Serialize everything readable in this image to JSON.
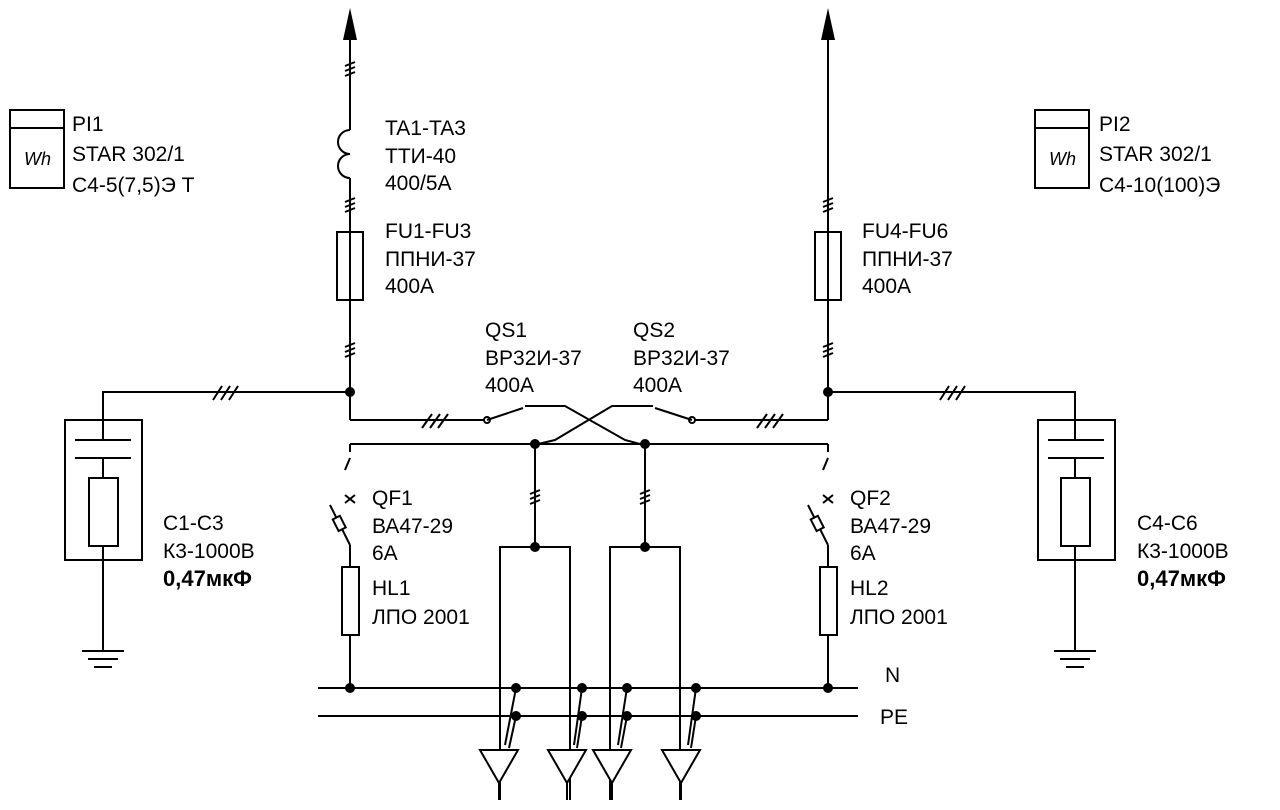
{
  "meters": [
    {
      "designator": "PI1",
      "model": "STAR 302/1",
      "spec": "С4-5(7,5)Э Т",
      "symbol": "Wh"
    },
    {
      "designator": "PI2",
      "model": "STAR 302/1",
      "spec": "С4-10(100)Э",
      "symbol": "Wh"
    }
  ],
  "current_transformer": {
    "designator": "TA1-TA3",
    "model": "ТТИ-40",
    "ratio": "400/5А"
  },
  "fuses": [
    {
      "designator": "FU1-FU3",
      "model": "ППНИ-37",
      "rating": "400А"
    },
    {
      "designator": "FU4-FU6",
      "model": "ППНИ-37",
      "rating": "400А"
    }
  ],
  "switches": [
    {
      "designator": "QS1",
      "model": "ВР32И-37",
      "rating": "400А"
    },
    {
      "designator": "QS2",
      "model": "ВР32И-37",
      "rating": "400А"
    }
  ],
  "capacitors": [
    {
      "designator": "С1-С3",
      "model": "К3-1000В",
      "value": "0,47мкФ"
    },
    {
      "designator": "С4-С6",
      "model": "К3-1000В",
      "value": "0,47мкФ"
    }
  ],
  "breakers": [
    {
      "designator": "QF1",
      "model": "ВА47-29",
      "rating": "6А"
    },
    {
      "designator": "QF2",
      "model": "ВА47-29",
      "rating": "6А"
    }
  ],
  "lamps": [
    {
      "designator": "HL1",
      "model": "ЛПО 2001"
    },
    {
      "designator": "HL2",
      "model": "ЛПО 2001"
    }
  ],
  "buses": {
    "neutral": "N",
    "protective_earth": "PE"
  }
}
